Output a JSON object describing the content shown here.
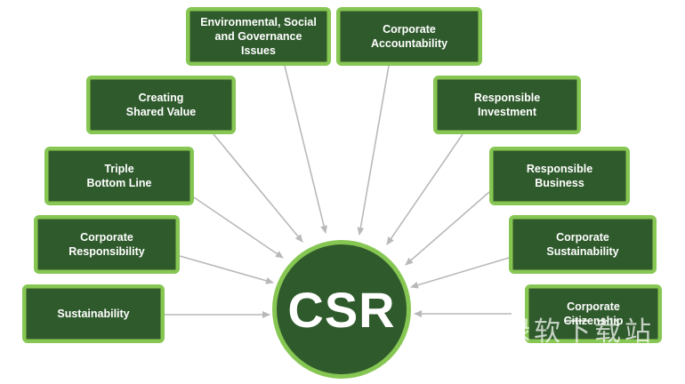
{
  "diagram": {
    "center_label": "CSR",
    "colors": {
      "box_fill": "#2f5a2c",
      "box_border": "#86c652",
      "arrow": "#b9b9b9",
      "text": "#ffffff"
    },
    "boxes": [
      {
        "id": "esg",
        "label": "Environmental, Social\nand Governance\nIssues"
      },
      {
        "id": "corporate-accountability",
        "label": "Corporate\nAccountability"
      },
      {
        "id": "creating-shared-value",
        "label": "Creating\nShared Value"
      },
      {
        "id": "responsible-investment",
        "label": "Responsible\nInvestment"
      },
      {
        "id": "triple-bottom-line",
        "label": "Triple\nBottom Line"
      },
      {
        "id": "responsible-business",
        "label": "Responsible\nBusiness"
      },
      {
        "id": "corporate-responsibility",
        "label": "Corporate\nResponsibility"
      },
      {
        "id": "corporate-sustainability",
        "label": "Corporate\nSustainability"
      },
      {
        "id": "sustainability",
        "label": "Sustainability"
      },
      {
        "id": "corporate-citizenship",
        "label": "Corporate\nCitizenship"
      }
    ]
  },
  "watermark": "绿软下载站"
}
